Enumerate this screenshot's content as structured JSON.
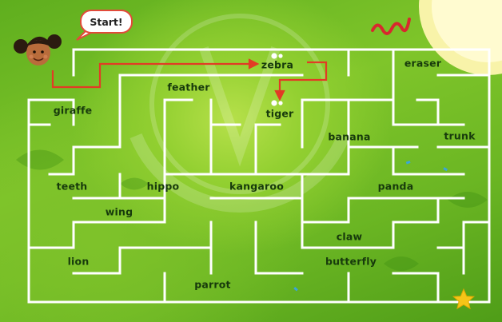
{
  "start": {
    "label": "Start!"
  },
  "words": {
    "zebra": "zebra",
    "eraser": "eraser",
    "feather": "feather",
    "tiger": "tiger",
    "giraffe": "giraffe",
    "banana": "banana",
    "trunk": "trunk",
    "teeth": "teeth",
    "hippo": "hippo",
    "kangaroo": "kangaroo",
    "panda": "panda",
    "wing": "wing",
    "claw": "claw",
    "lion": "lion",
    "butterfly": "butterfly",
    "parrot": "parrot"
  },
  "colors": {
    "maze_wall": "#ffffff",
    "path_arrow": "#e23b25",
    "bubble_border": "#e24a3a",
    "star": "#f5c518",
    "sun": "#fff6b0",
    "ribbon": "#d8282e",
    "girl_skin": "#b96c3b",
    "girl_hair": "#2b1a10"
  },
  "icons": {
    "girl": "girl-character-icon",
    "star": "star-finish-icon",
    "ribbon": "red-ribbon-icon",
    "sun": "sun-corner-icon"
  }
}
